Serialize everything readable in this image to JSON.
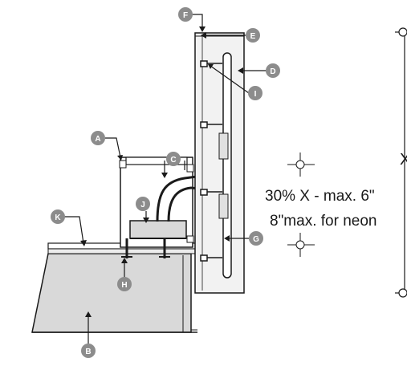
{
  "colors": {
    "line": "#1a1a1a",
    "base_fill": "#d9d9d9",
    "panel_fill": "#f2f2f2",
    "label_bubble": "#8c8c8c",
    "label_text": "#ffffff"
  },
  "callouts": {
    "A": "A",
    "B": "B",
    "C": "C",
    "D": "D",
    "E": "E",
    "F": "F",
    "G": "G",
    "H": "H",
    "I": "I",
    "J": "J",
    "K": "K"
  },
  "dimension": {
    "label": "X",
    "note_line1": "30% X - max. 6\"",
    "note_line2": "8\"max. for neon"
  }
}
